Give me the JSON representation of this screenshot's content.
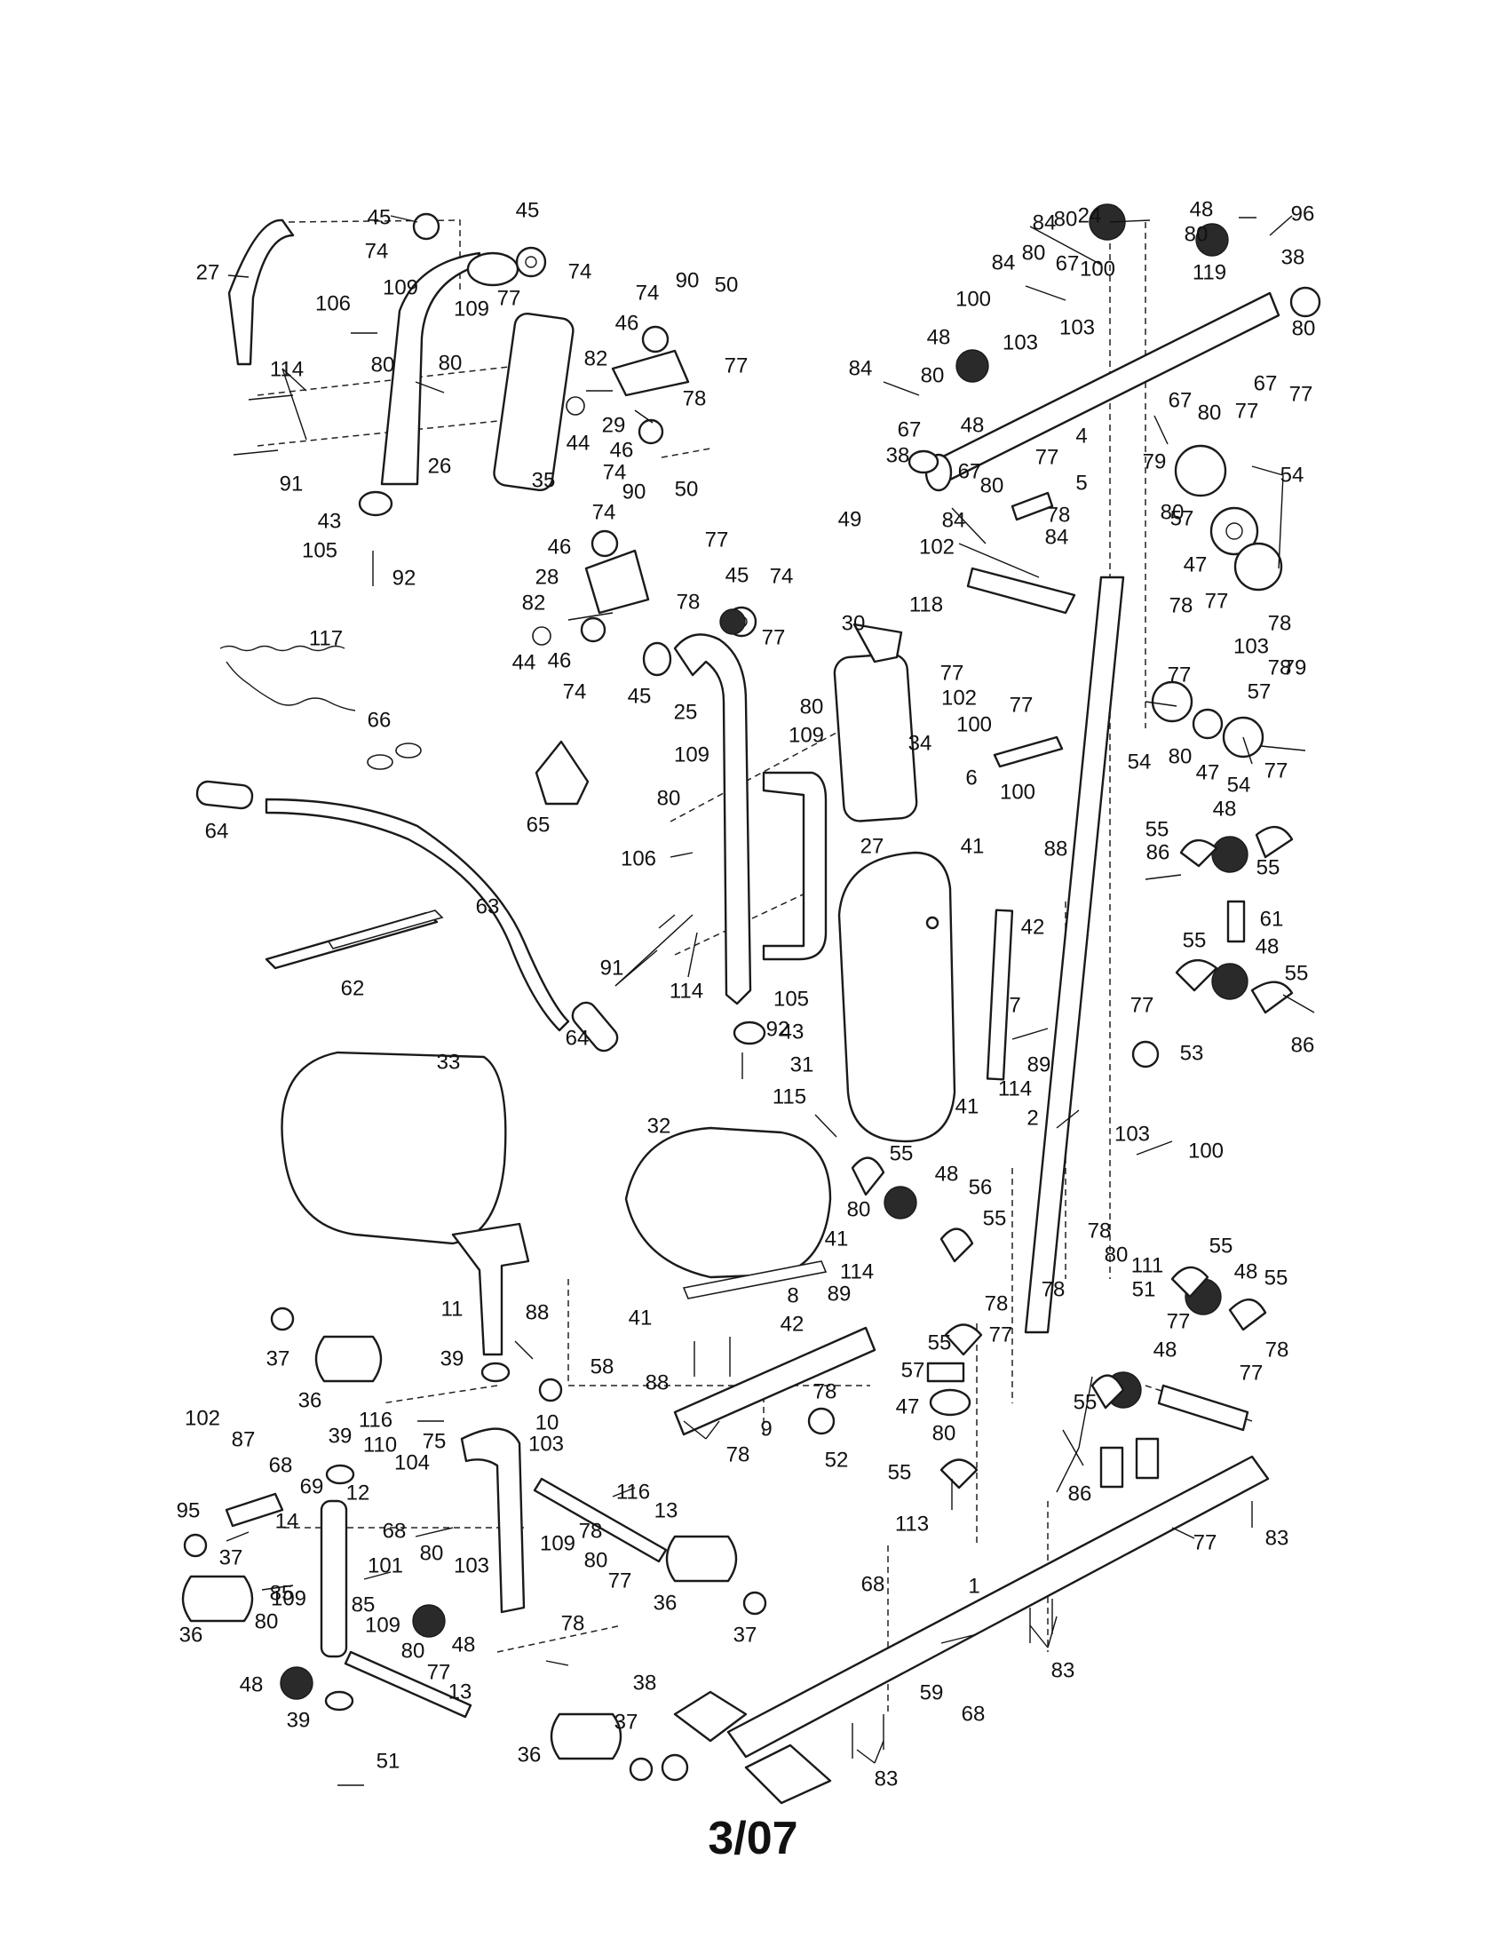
{
  "page_number": "3/07",
  "callouts": [
    {
      "id": "c1",
      "label": "1"
    },
    {
      "id": "c2",
      "label": "2"
    },
    {
      "id": "c4",
      "label": "4"
    },
    {
      "id": "c5",
      "label": "5"
    },
    {
      "id": "c6",
      "label": "6"
    },
    {
      "id": "c7",
      "label": "7"
    },
    {
      "id": "c8",
      "label": "8"
    },
    {
      "id": "c9",
      "label": "9"
    },
    {
      "id": "c10",
      "label": "10"
    },
    {
      "id": "c11",
      "label": "11"
    },
    {
      "id": "c12",
      "label": "12"
    },
    {
      "id": "c13a",
      "label": "13"
    },
    {
      "id": "c13b",
      "label": "13"
    },
    {
      "id": "c14",
      "label": "14"
    },
    {
      "id": "c24",
      "label": "24"
    },
    {
      "id": "c25",
      "label": "25"
    },
    {
      "id": "c26",
      "label": "26"
    },
    {
      "id": "c27a",
      "label": "27"
    },
    {
      "id": "c27b",
      "label": "27"
    },
    {
      "id": "c28",
      "label": "28"
    },
    {
      "id": "c29",
      "label": "29"
    },
    {
      "id": "c30",
      "label": "30"
    },
    {
      "id": "c31",
      "label": "31"
    },
    {
      "id": "c32",
      "label": "32"
    },
    {
      "id": "c33",
      "label": "33"
    },
    {
      "id": "c34",
      "label": "34"
    },
    {
      "id": "c35",
      "label": "35"
    },
    {
      "id": "c36a",
      "label": "36"
    },
    {
      "id": "c36b",
      "label": "36"
    },
    {
      "id": "c36c",
      "label": "36"
    },
    {
      "id": "c36d",
      "label": "36"
    },
    {
      "id": "c37a",
      "label": "37"
    },
    {
      "id": "c37b",
      "label": "37"
    },
    {
      "id": "c37c",
      "label": "37"
    },
    {
      "id": "c37d",
      "label": "37"
    },
    {
      "id": "c38a",
      "label": "38"
    },
    {
      "id": "c38b",
      "label": "38"
    },
    {
      "id": "c38c",
      "label": "38"
    },
    {
      "id": "c39a",
      "label": "39"
    },
    {
      "id": "c39b",
      "label": "39"
    },
    {
      "id": "c39c",
      "label": "39"
    },
    {
      "id": "c41a",
      "label": "41"
    },
    {
      "id": "c41b",
      "label": "41"
    },
    {
      "id": "c41c",
      "label": "41"
    },
    {
      "id": "c41d",
      "label": "41"
    },
    {
      "id": "c42a",
      "label": "42"
    },
    {
      "id": "c42b",
      "label": "42"
    },
    {
      "id": "c43a",
      "label": "43"
    },
    {
      "id": "c43b",
      "label": "43"
    },
    {
      "id": "c44a",
      "label": "44"
    },
    {
      "id": "c44b",
      "label": "44"
    },
    {
      "id": "c45a",
      "label": "45"
    },
    {
      "id": "c45b",
      "label": "45"
    },
    {
      "id": "c45c",
      "label": "45"
    },
    {
      "id": "c45d",
      "label": "45"
    },
    {
      "id": "c46a",
      "label": "46"
    },
    {
      "id": "c46b",
      "label": "46"
    },
    {
      "id": "c46c",
      "label": "46"
    },
    {
      "id": "c46d",
      "label": "46"
    },
    {
      "id": "c47a",
      "label": "47"
    },
    {
      "id": "c47b",
      "label": "47"
    },
    {
      "id": "c47c",
      "label": "47"
    },
    {
      "id": "c48a",
      "label": "48"
    },
    {
      "id": "c48b",
      "label": "48"
    },
    {
      "id": "c48c",
      "label": "48"
    },
    {
      "id": "c48d",
      "label": "48"
    },
    {
      "id": "c48e",
      "label": "48"
    },
    {
      "id": "c48f",
      "label": "48"
    },
    {
      "id": "c48g",
      "label": "48"
    },
    {
      "id": "c48h",
      "label": "48"
    },
    {
      "id": "c48i",
      "label": "48"
    },
    {
      "id": "c48j",
      "label": "48"
    },
    {
      "id": "c49",
      "label": "49"
    },
    {
      "id": "c50a",
      "label": "50"
    },
    {
      "id": "c50b",
      "label": "50"
    },
    {
      "id": "c51a",
      "label": "51"
    },
    {
      "id": "c51b",
      "label": "51"
    },
    {
      "id": "c52",
      "label": "52"
    },
    {
      "id": "c53",
      "label": "53"
    },
    {
      "id": "c54a",
      "label": "54"
    },
    {
      "id": "c54b",
      "label": "54"
    },
    {
      "id": "c54c",
      "label": "54"
    },
    {
      "id": "c55a",
      "label": "55"
    },
    {
      "id": "c55b",
      "label": "55"
    },
    {
      "id": "c55c",
      "label": "55"
    },
    {
      "id": "c55d",
      "label": "55"
    },
    {
      "id": "c55e",
      "label": "55"
    },
    {
      "id": "c55f",
      "label": "55"
    },
    {
      "id": "c55g",
      "label": "55"
    },
    {
      "id": "c55h",
      "label": "55"
    },
    {
      "id": "c55i",
      "label": "55"
    },
    {
      "id": "c55j",
      "label": "55"
    },
    {
      "id": "c55k",
      "label": "55"
    },
    {
      "id": "c56",
      "label": "56"
    },
    {
      "id": "c57a",
      "label": "57"
    },
    {
      "id": "c57b",
      "label": "57"
    },
    {
      "id": "c57c",
      "label": "57"
    },
    {
      "id": "c58",
      "label": "58"
    },
    {
      "id": "c59",
      "label": "59"
    },
    {
      "id": "c61",
      "label": "61"
    },
    {
      "id": "c62",
      "label": "62"
    },
    {
      "id": "c63",
      "label": "63"
    },
    {
      "id": "c64a",
      "label": "64"
    },
    {
      "id": "c64b",
      "label": "64"
    },
    {
      "id": "c65",
      "label": "65"
    },
    {
      "id": "c66",
      "label": "66"
    },
    {
      "id": "c67a",
      "label": "67"
    },
    {
      "id": "c67b",
      "label": "67"
    },
    {
      "id": "c67c",
      "label": "67"
    },
    {
      "id": "c67d",
      "label": "67"
    },
    {
      "id": "c67e",
      "label": "67"
    },
    {
      "id": "c68a",
      "label": "68"
    },
    {
      "id": "c68b",
      "label": "68"
    },
    {
      "id": "c68c",
      "label": "68"
    },
    {
      "id": "c68d",
      "label": "68"
    },
    {
      "id": "c69",
      "label": "69"
    },
    {
      "id": "c74a",
      "label": "74"
    },
    {
      "id": "c74b",
      "label": "74"
    },
    {
      "id": "c74c",
      "label": "74"
    },
    {
      "id": "c74d",
      "label": "74"
    },
    {
      "id": "c74e",
      "label": "74"
    },
    {
      "id": "c74f",
      "label": "74"
    },
    {
      "id": "c74g",
      "label": "74"
    },
    {
      "id": "c75",
      "label": "75"
    },
    {
      "id": "c77a",
      "label": "77"
    },
    {
      "id": "c77b",
      "label": "77"
    },
    {
      "id": "c77c",
      "label": "77"
    },
    {
      "id": "c77d",
      "label": "77"
    },
    {
      "id": "c77e",
      "label": "77"
    },
    {
      "id": "c77f",
      "label": "77"
    },
    {
      "id": "c77g",
      "label": "77"
    },
    {
      "id": "c77h",
      "label": "77"
    },
    {
      "id": "c77i",
      "label": "77"
    },
    {
      "id": "c77j",
      "label": "77"
    },
    {
      "id": "c77k",
      "label": "77"
    },
    {
      "id": "c77l",
      "label": "77"
    },
    {
      "id": "c77m",
      "label": "77"
    },
    {
      "id": "c77n",
      "label": "77"
    },
    {
      "id": "c77o",
      "label": "77"
    },
    {
      "id": "c77p",
      "label": "77"
    },
    {
      "id": "c77q",
      "label": "77"
    },
    {
      "id": "c77r",
      "label": "77"
    },
    {
      "id": "c77s",
      "label": "77"
    },
    {
      "id": "c78a",
      "label": "78"
    },
    {
      "id": "c78b",
      "label": "78"
    },
    {
      "id": "c78c",
      "label": "78"
    },
    {
      "id": "c78d",
      "label": "78"
    },
    {
      "id": "c78e",
      "label": "78"
    },
    {
      "id": "c78f",
      "label": "78"
    },
    {
      "id": "c78g",
      "label": "78"
    },
    {
      "id": "c78h",
      "label": "78"
    },
    {
      "id": "c78i",
      "label": "78"
    },
    {
      "id": "c78j",
      "label": "78"
    },
    {
      "id": "c78k",
      "label": "78"
    },
    {
      "id": "c78l",
      "label": "78"
    },
    {
      "id": "c78m",
      "label": "78"
    },
    {
      "id": "c78n",
      "label": "78"
    },
    {
      "id": "c79a",
      "label": "79"
    },
    {
      "id": "c79b",
      "label": "79"
    },
    {
      "id": "c80a",
      "label": "80"
    },
    {
      "id": "c80b",
      "label": "80"
    },
    {
      "id": "c80c",
      "label": "80"
    },
    {
      "id": "c80d",
      "label": "80"
    },
    {
      "id": "c80e",
      "label": "80"
    },
    {
      "id": "c80f",
      "label": "80"
    },
    {
      "id": "c80g",
      "label": "80"
    },
    {
      "id": "c80h",
      "label": "80"
    },
    {
      "id": "c80i",
      "label": "80"
    },
    {
      "id": "c80j",
      "label": "80"
    },
    {
      "id": "c80k",
      "label": "80"
    },
    {
      "id": "c80l",
      "label": "80"
    },
    {
      "id": "c80m",
      "label": "80"
    },
    {
      "id": "c80n",
      "label": "80"
    },
    {
      "id": "c80o",
      "label": "80"
    },
    {
      "id": "c80p",
      "label": "80"
    },
    {
      "id": "c80q",
      "label": "80"
    },
    {
      "id": "c80r",
      "label": "80"
    },
    {
      "id": "c80s",
      "label": "80"
    },
    {
      "id": "c80t",
      "label": "80"
    },
    {
      "id": "c82a",
      "label": "82"
    },
    {
      "id": "c82b",
      "label": "82"
    },
    {
      "id": "c83a",
      "label": "83"
    },
    {
      "id": "c83b",
      "label": "83"
    },
    {
      "id": "c83c",
      "label": "83"
    },
    {
      "id": "c84a",
      "label": "84"
    },
    {
      "id": "c84b",
      "label": "84"
    },
    {
      "id": "c84c",
      "label": "84"
    },
    {
      "id": "c84d",
      "label": "84"
    },
    {
      "id": "c84e",
      "label": "84"
    },
    {
      "id": "c85a",
      "label": "85"
    },
    {
      "id": "c85b",
      "label": "85"
    },
    {
      "id": "c86a",
      "label": "86"
    },
    {
      "id": "c86b",
      "label": "86"
    },
    {
      "id": "c86c",
      "label": "86"
    },
    {
      "id": "c87",
      "label": "87"
    },
    {
      "id": "c88a",
      "label": "88"
    },
    {
      "id": "c88b",
      "label": "88"
    },
    {
      "id": "c88c",
      "label": "88"
    },
    {
      "id": "c89a",
      "label": "89"
    },
    {
      "id": "c89b",
      "label": "89"
    },
    {
      "id": "c90a",
      "label": "90"
    },
    {
      "id": "c90b",
      "label": "90"
    },
    {
      "id": "c91a",
      "label": "91"
    },
    {
      "id": "c91b",
      "label": "91"
    },
    {
      "id": "c92a",
      "label": "92"
    },
    {
      "id": "c92b",
      "label": "92"
    },
    {
      "id": "c95",
      "label": "95"
    },
    {
      "id": "c96",
      "label": "96"
    },
    {
      "id": "c100a",
      "label": "100"
    },
    {
      "id": "c100b",
      "label": "100"
    },
    {
      "id": "c100c",
      "label": "100"
    },
    {
      "id": "c100d",
      "label": "100"
    },
    {
      "id": "c100e",
      "label": "100"
    },
    {
      "id": "c101",
      "label": "101"
    },
    {
      "id": "c102a",
      "label": "102"
    },
    {
      "id": "c102b",
      "label": "102"
    },
    {
      "id": "c102c",
      "label": "102"
    },
    {
      "id": "c103a",
      "label": "103"
    },
    {
      "id": "c103b",
      "label": "103"
    },
    {
      "id": "c103c",
      "label": "103"
    },
    {
      "id": "c103d",
      "label": "103"
    },
    {
      "id": "c103e",
      "label": "103"
    },
    {
      "id": "c103f",
      "label": "103"
    },
    {
      "id": "c104",
      "label": "104"
    },
    {
      "id": "c105a",
      "label": "105"
    },
    {
      "id": "c105b",
      "label": "105"
    },
    {
      "id": "c106a",
      "label": "106"
    },
    {
      "id": "c106b",
      "label": "106"
    },
    {
      "id": "c109a",
      "label": "109"
    },
    {
      "id": "c109b",
      "label": "109"
    },
    {
      "id": "c109c",
      "label": "109"
    },
    {
      "id": "c109d",
      "label": "109"
    },
    {
      "id": "c109e",
      "label": "109"
    },
    {
      "id": "c109f",
      "label": "109"
    },
    {
      "id": "c109g",
      "label": "109"
    },
    {
      "id": "c110",
      "label": "110"
    },
    {
      "id": "c111",
      "label": "111"
    },
    {
      "id": "c113",
      "label": "113"
    },
    {
      "id": "c114a",
      "label": "114"
    },
    {
      "id": "c114b",
      "label": "114"
    },
    {
      "id": "c114c",
      "label": "114"
    },
    {
      "id": "c114d",
      "label": "114"
    },
    {
      "id": "c115",
      "label": "115"
    },
    {
      "id": "c116a",
      "label": "116"
    },
    {
      "id": "c116b",
      "label": "116"
    },
    {
      "id": "c117",
      "label": "117"
    },
    {
      "id": "c118",
      "label": "118"
    },
    {
      "id": "c119",
      "label": "119"
    }
  ]
}
